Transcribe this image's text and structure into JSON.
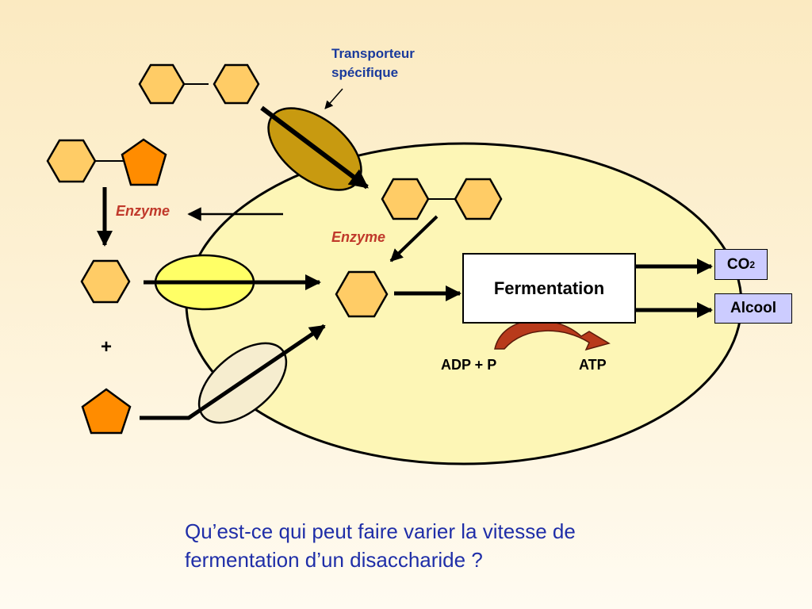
{
  "labels": {
    "transporter": "Transporteur spécifique",
    "enzyme_1": "Enzyme",
    "enzyme_2": "Enzyme",
    "plus": "+",
    "fermentation": "Fermentation",
    "co2": "CO",
    "co2_subscript": "2",
    "alcool": "Alcool",
    "adp": "ADP + P",
    "atp": "ATP"
  },
  "question": "Qu’est-ce qui peut faire varier la vitesse de fermentation d’un disaccharide ?",
  "colors": {
    "hexagon_fill": "#ffcc66",
    "pentagon_fill": "#ff8c00",
    "cell_fill": "#fdf6b6",
    "transporter_1": "#c89a10",
    "transporter_2": "#ffff66",
    "transporter_3": "#f6edcf",
    "atp_arrow": "#b83a1b",
    "product_box": "#ccccff",
    "label_blue": "#1a3a9c",
    "enzyme_red": "#c0392b",
    "question_blue": "#1f2ea8"
  }
}
